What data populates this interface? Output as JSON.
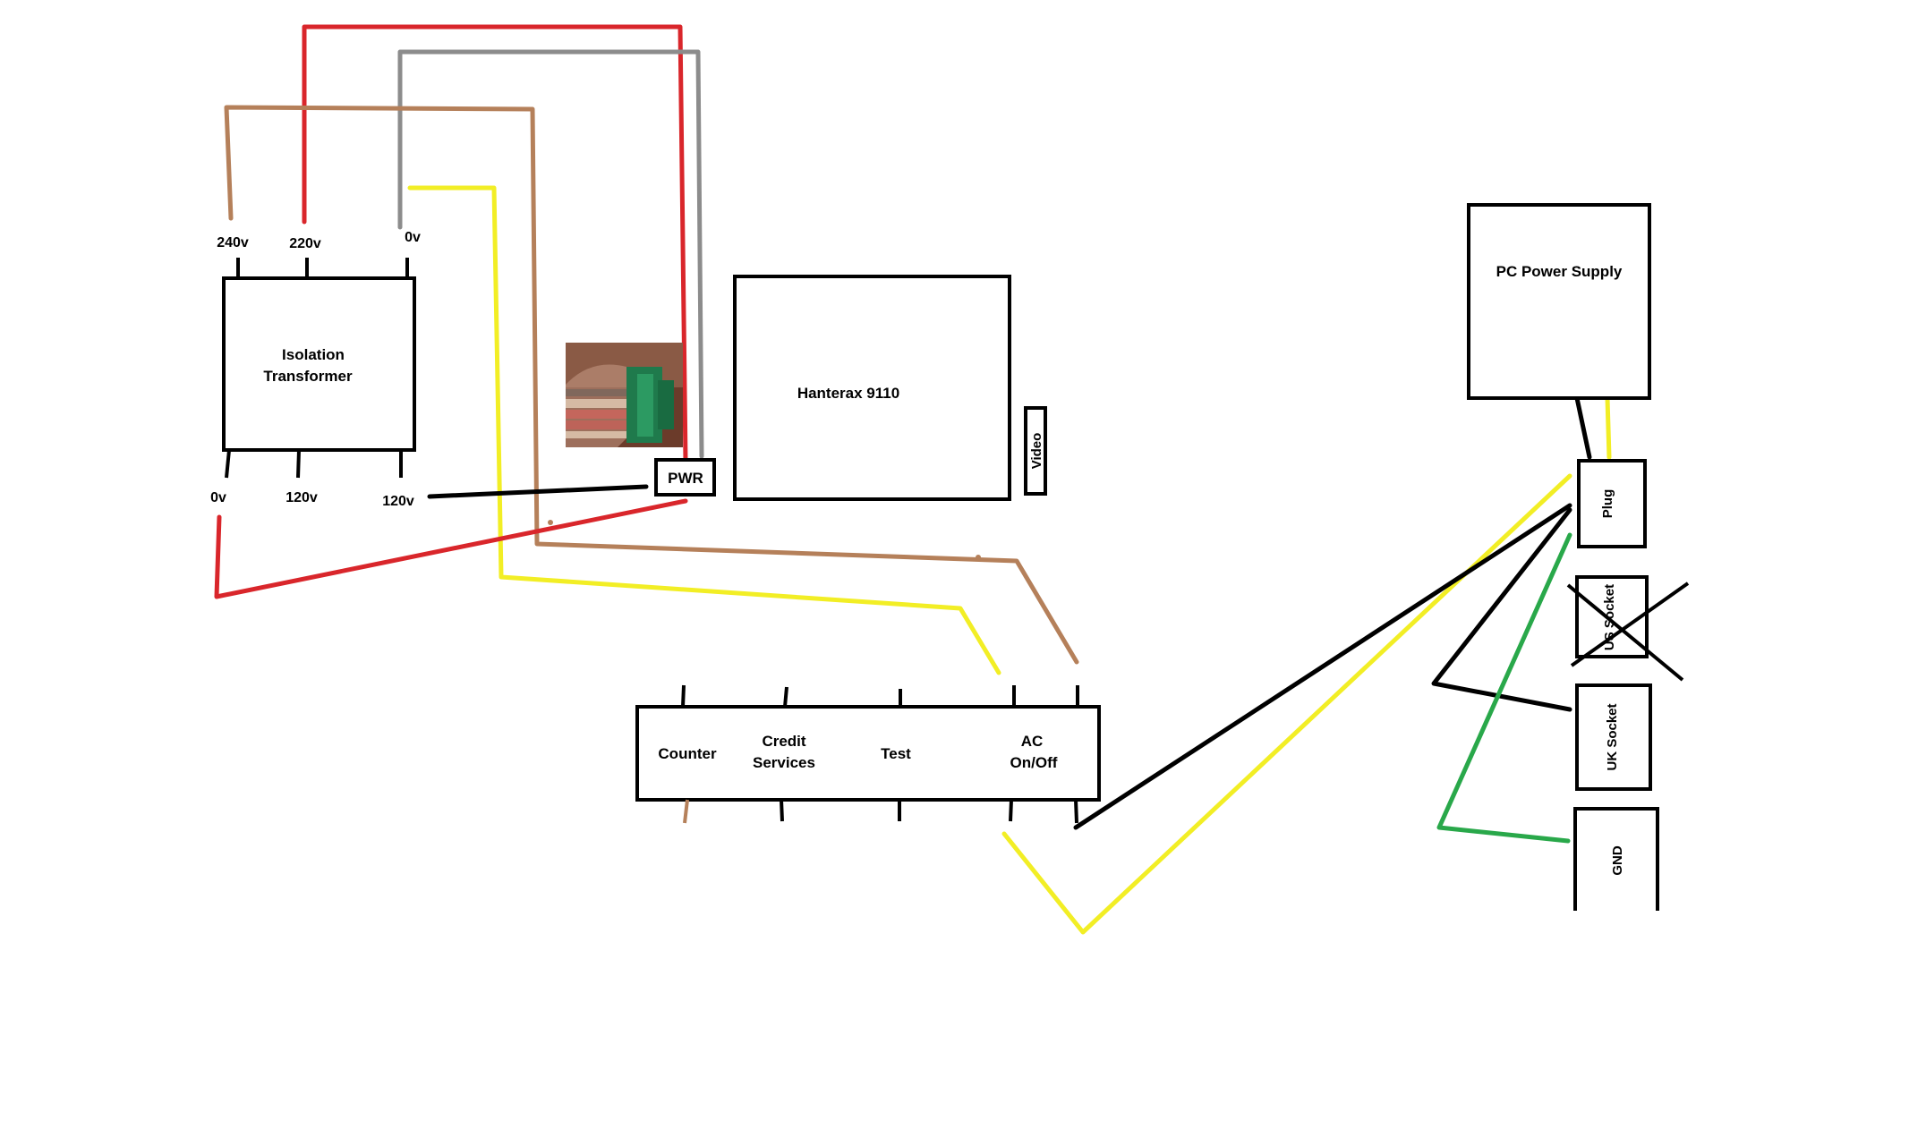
{
  "colors": {
    "red": "#d9262b",
    "grey": "#8c8c8c",
    "brown": "#b5805a",
    "yellow": "#f2ee25",
    "black": "#000000",
    "green": "#29a84a"
  },
  "transformer": {
    "title_line1": "Isolation",
    "title_line2": "Transformer",
    "tap_240": "240v",
    "tap_220": "220v",
    "tap_0_top": "0v",
    "tap_0_bottom": "0v",
    "tap_120_a": "120v",
    "tap_120_b": "120v"
  },
  "pwr_connector": {
    "label": "PWR"
  },
  "board": {
    "title": "Hanterax 9110",
    "video_label": "Video"
  },
  "terminal_block": {
    "counter": "Counter",
    "credit_line1": "Credit",
    "credit_line2": "Services",
    "test": "Test",
    "ac_line1": "AC",
    "ac_line2": "On/Off"
  },
  "pc_psu": {
    "title": "PC Power Supply",
    "plug": "Plug",
    "us_socket": "US Socket",
    "uk_socket": "UK Socket",
    "gnd": "GND"
  }
}
